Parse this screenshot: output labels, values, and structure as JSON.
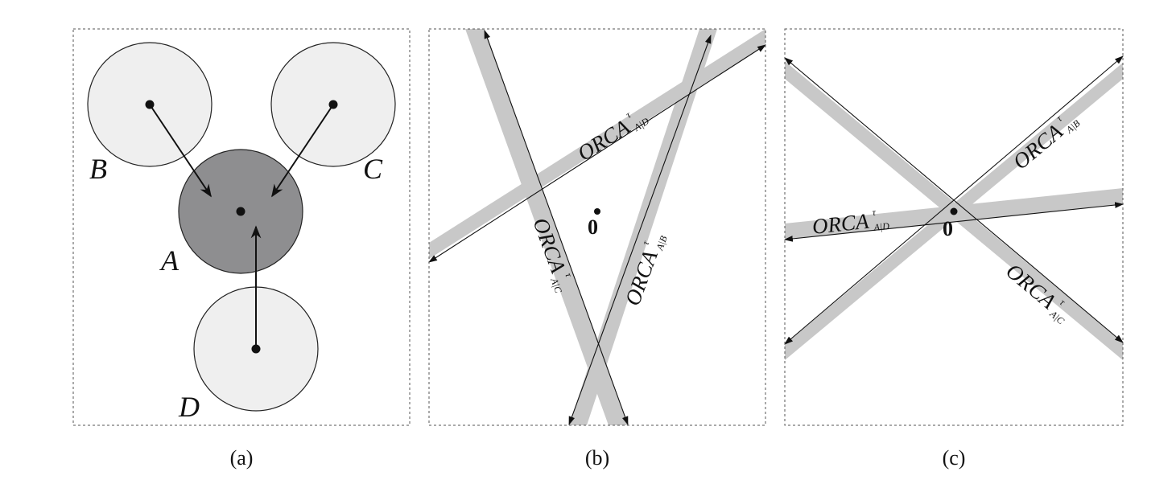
{
  "panels": {
    "a": {
      "caption": "(a)",
      "agents": {
        "A": "A",
        "B": "B",
        "C": "C",
        "D": "D"
      },
      "colors": {
        "agent_a_fill": "#8e8e90",
        "other_fill": "#efefef"
      }
    },
    "b": {
      "caption": "(b)",
      "origin_label": "0",
      "constraints": [
        {
          "id": "ad",
          "main": "ORCA",
          "sup": "τ",
          "sub": "A|D"
        },
        {
          "id": "ac",
          "main": "ORCA",
          "sup": "τ",
          "sub": "A|C"
        },
        {
          "id": "ab",
          "main": "ORCA",
          "sup": "τ",
          "sub": "A|B"
        }
      ]
    },
    "c": {
      "caption": "(c)",
      "origin_label": "0",
      "constraints": [
        {
          "id": "ab",
          "main": "ORCA",
          "sup": "τ",
          "sub": "A|B"
        },
        {
          "id": "ad",
          "main": "ORCA",
          "sup": "τ",
          "sub": "A|D"
        },
        {
          "id": "ac",
          "main": "ORCA",
          "sup": "τ",
          "sub": "A|C"
        }
      ]
    }
  },
  "colors": {
    "band": "#c8c8c8",
    "line": "#111111",
    "frame": "#555555"
  }
}
